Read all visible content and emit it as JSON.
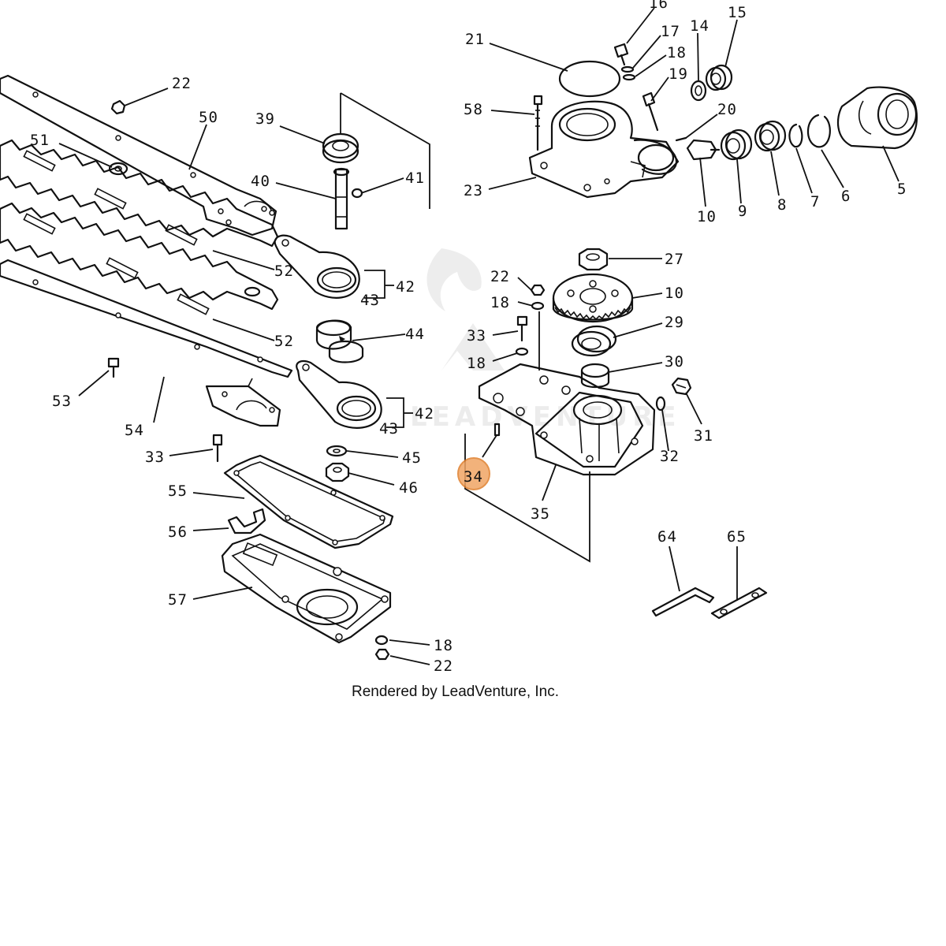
{
  "diagram": {
    "callouts": {
      "p16": "16",
      "p17": "17",
      "p18a": "18",
      "p19": "19",
      "p14": "14",
      "p15": "15",
      "p21": "21",
      "p58": "58",
      "p20": "20",
      "p23": "23",
      "p10a": "10",
      "p9": "9",
      "p8": "8",
      "p7": "7",
      "p6": "6",
      "p5": "5",
      "p22a": "22",
      "p50": "50",
      "p51": "51",
      "p39": "39",
      "p40": "40",
      "p41": "41",
      "p52a": "52",
      "p52b": "52",
      "p42a": "42",
      "p43a": "43",
      "p44": "44",
      "p42b": "42",
      "p43b": "43",
      "p53": "53",
      "p54": "54",
      "p33a": "33",
      "p45": "45",
      "p46": "46",
      "p55": "55",
      "p56": "56",
      "p57": "57",
      "p18d": "18",
      "p22c": "22",
      "p22b": "22",
      "p18b": "18",
      "p33b": "33",
      "p18c": "18",
      "p27": "27",
      "p10b": "10",
      "p29": "29",
      "p30": "30",
      "p31": "31",
      "p32": "32",
      "p34": "34",
      "p35": "35",
      "p64": "64",
      "p65": "65"
    },
    "highlighted": "34",
    "highlight_color": "#f0a565",
    "caption": "Rendered by LeadVenture, Inc."
  }
}
